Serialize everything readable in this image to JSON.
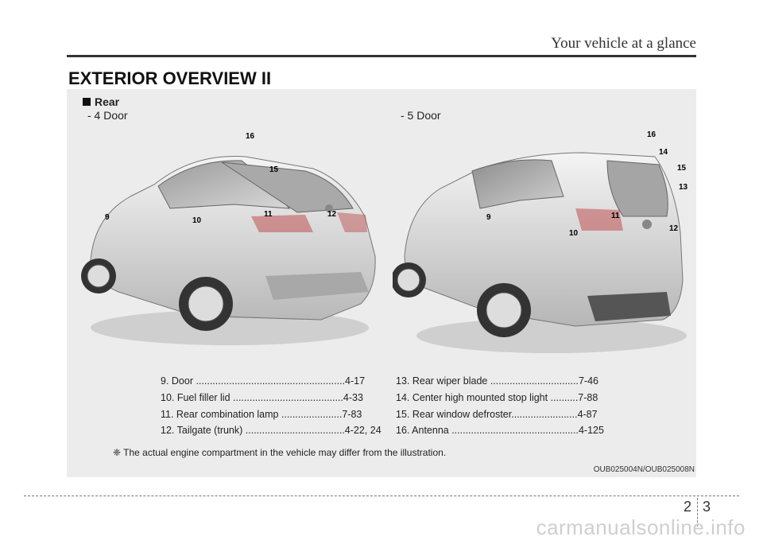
{
  "header": {
    "section_title": "Your vehicle at a glance",
    "page_title": "EXTERIOR OVERVIEW II"
  },
  "panel": {
    "heading": "Rear",
    "variant_4door": "- 4 Door",
    "variant_5door": "- 5 Door",
    "callouts_4door": [
      "16",
      "15",
      "9",
      "10",
      "11",
      "12"
    ],
    "callouts_5door": [
      "16",
      "14",
      "15",
      "13",
      "9",
      "11",
      "10",
      "12"
    ],
    "items_left": [
      "9. Door ......................................................4-17",
      "10. Fuel filler lid ........................................4-33",
      "11. Rear combination lamp ......................7-83",
      "12. Tailgate (trunk) ....................................4-22, 24"
    ],
    "items_right": [
      "13. Rear wiper blade ................................7-46",
      "14. Center high mounted stop light ..........7-88",
      "15. Rear window defroster........................4-87",
      "16. Antenna ..............................................4-125"
    ],
    "note": "❈ The actual engine compartment in the vehicle may differ from the illustration.",
    "image_code": "OUB025004N/OUB025008N"
  },
  "footer": {
    "chapter": "2",
    "page": "3",
    "watermark": "carmanualsonline.info"
  }
}
